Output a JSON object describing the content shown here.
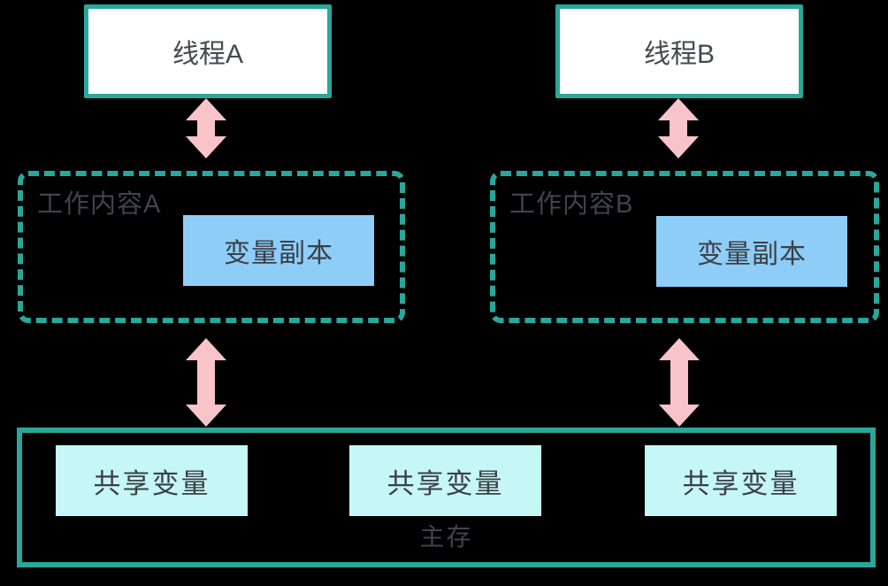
{
  "diagram": {
    "threads": [
      {
        "label": "线程A"
      },
      {
        "label": "线程B"
      }
    ],
    "working_memory_a": {
      "label": "工作内容A",
      "variable_copy_label": "变量副本"
    },
    "working_memory_b": {
      "label": "工作内容B",
      "variable_copy_label": "变量副本"
    },
    "main_memory": {
      "label": "主存",
      "shared_variables": [
        "共享变量",
        "共享变量",
        "共享变量"
      ]
    },
    "colors": {
      "background": "#000000",
      "teal_border": "#2aa79b",
      "pink_arrow": "#f8c3c9",
      "blue_variable_copy": "#8ecdf8",
      "cyan_shared_variable": "#c6f7f7",
      "dark_text": "#3f454b",
      "thread_box_background": "#ffffff"
    }
  }
}
